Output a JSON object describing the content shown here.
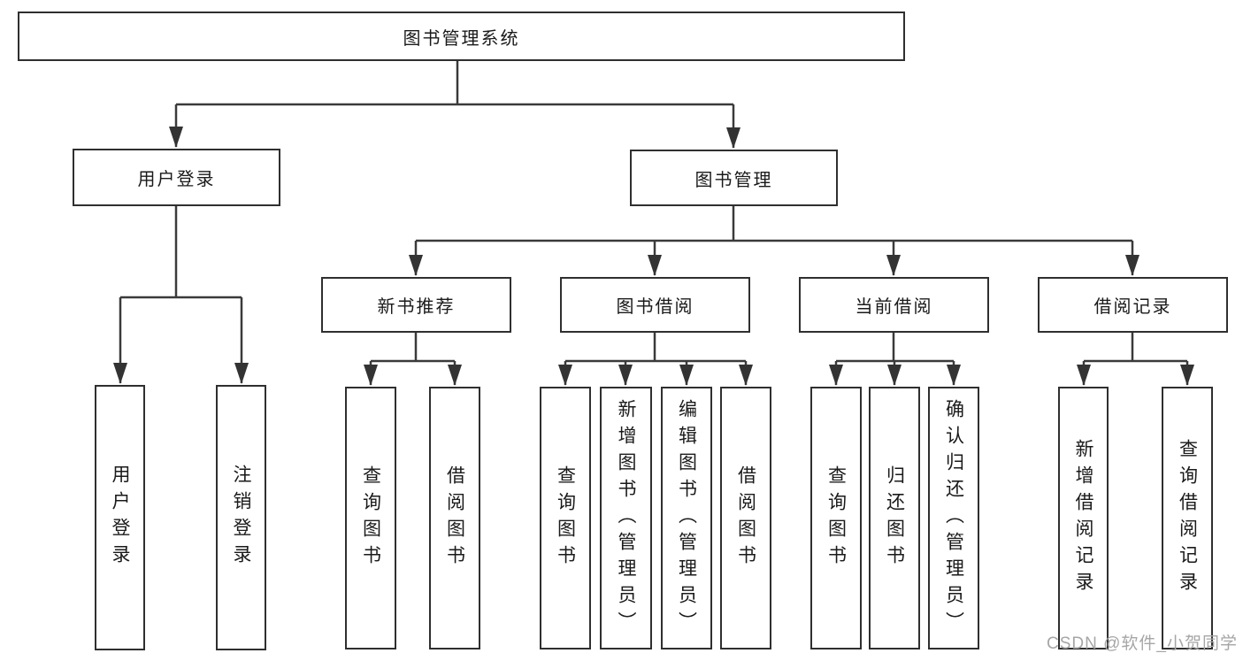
{
  "tree": {
    "label": "图书管理系统",
    "children": [
      {
        "label": "用户登录",
        "children": [
          {
            "label": "用户登录"
          },
          {
            "label": "注销登录"
          }
        ]
      },
      {
        "label": "图书管理",
        "children": [
          {
            "label": "新书推荐",
            "children": [
              {
                "label": "查询图书"
              },
              {
                "label": "借阅图书"
              }
            ]
          },
          {
            "label": "图书借阅",
            "children": [
              {
                "label": "查询图书"
              },
              {
                "label": "新增图书（管理员）"
              },
              {
                "label": "编辑图书（管理员）"
              },
              {
                "label": "借阅图书"
              }
            ]
          },
          {
            "label": "当前借阅",
            "children": [
              {
                "label": "查询图书"
              },
              {
                "label": "归还图书"
              },
              {
                "label": "确认归还（管理员）"
              }
            ]
          },
          {
            "label": "借阅记录",
            "children": [
              {
                "label": "新增借阅记录"
              },
              {
                "label": "查询借阅记录"
              }
            ]
          }
        ]
      }
    ]
  },
  "watermark": {
    "text": "CSDN @软件_小贺同学",
    "color": "#a6a6a6"
  },
  "colors": {
    "line": "#3a3a3a",
    "arrow": "#333333",
    "box_border": "#2f2f2f",
    "text": "#1a1a1a",
    "background": "#ffffff"
  }
}
